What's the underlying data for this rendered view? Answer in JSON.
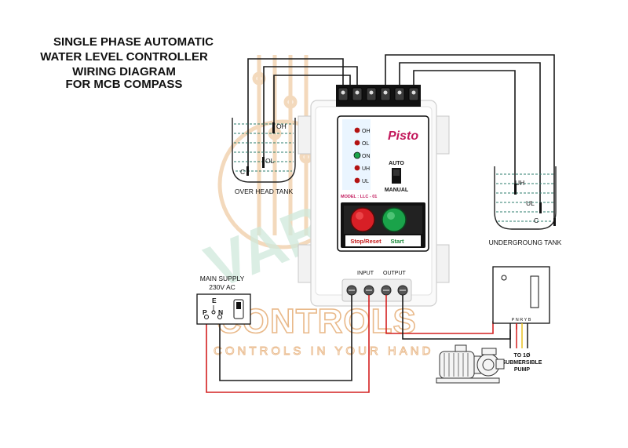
{
  "title_lines": [
    "SINGLE PHASE AUTOMATIC",
    "WATER LEVEL CONTROLLER",
    "WIRING DIAGRAM",
    "FOR MCB COMPASS"
  ],
  "over_head_tank": {
    "label": "OVER HEAD TANK",
    "probes": [
      "OH",
      "OL",
      "C"
    ]
  },
  "underground_tank": {
    "label": "UNDERGROUNG TANK",
    "probes": [
      "UH",
      "UL",
      "C"
    ]
  },
  "controller": {
    "brand": "Pisto",
    "model": "MODEL : LLC - 01",
    "indicators": [
      "OH",
      "OL",
      "ON",
      "UH",
      "UL"
    ],
    "switch_top": "AUTO",
    "switch_bottom": "MANUAL",
    "stop_button": "Stop/Reset",
    "start_button": "Start",
    "input_label": "INPUT",
    "output_label": "OUTPUT"
  },
  "main_supply": {
    "line1": "MAIN SUPPLY",
    "line2": "230V AC",
    "earth": "E",
    "phase": "P",
    "neutral": "N"
  },
  "pump_box": {
    "terminals": "P N R Y B",
    "caption_line1": "TO 1Ø",
    "caption_line2": "SUBMERSIBLE",
    "caption_line3": "PUMP"
  },
  "watermark": {
    "top": "VAR",
    "middle": "CONTROLS",
    "bottom": "CONTROLS  IN  YOUR  HAND"
  },
  "colors": {
    "wire_black": "#1a1a1a",
    "wire_red": "#d42020",
    "wire_yellow": "#e8c020",
    "water": "#2e7d6e",
    "stop_red": "#d81f26",
    "start_green": "#1aa34a",
    "brand": "#c2185b"
  }
}
